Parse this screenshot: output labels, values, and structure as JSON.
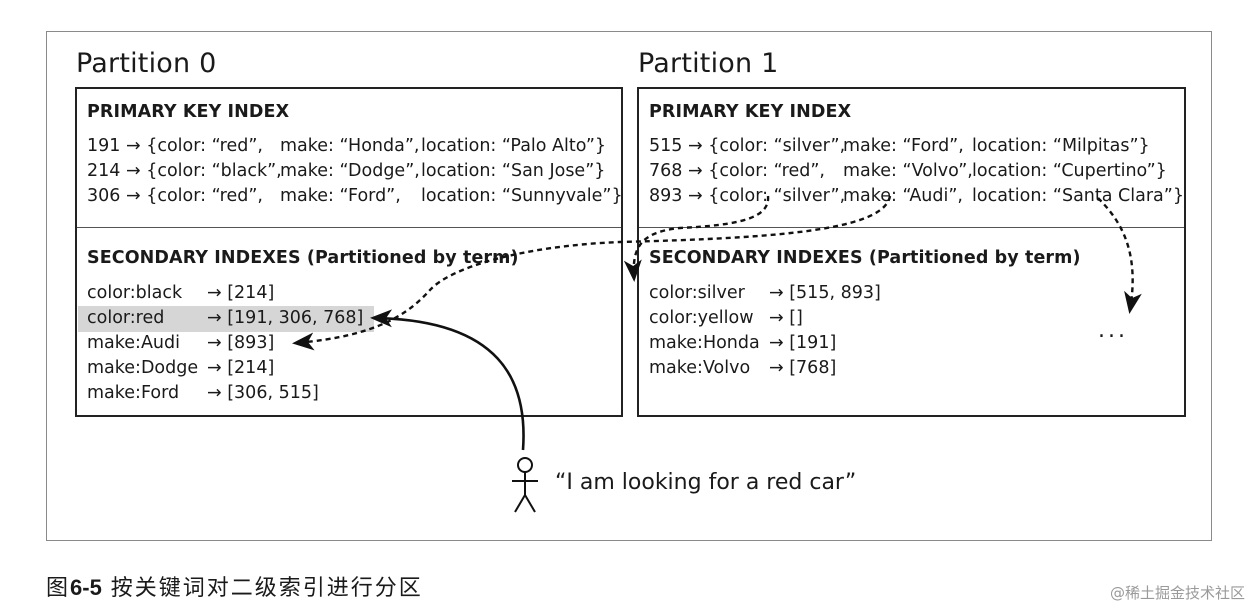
{
  "partitions": [
    {
      "title": "Partition 0",
      "primary_title": "PRIMARY KEY INDEX",
      "primary_rows": [
        {
          "key": "191 → {color: “red”,",
          "make": "make: “Honda”,",
          "loc": "location: “Palo Alto”}"
        },
        {
          "key": "214 → {color: “black”,",
          "make": "make: “Dodge”,",
          "loc": "location: “San Jose”}"
        },
        {
          "key": "306 → {color: “red”,",
          "make": "make: “Ford”,",
          "loc": "location: “Sunnyvale”}"
        }
      ],
      "secondary_title": "SECONDARY INDEXES (Partitioned by term)",
      "secondary_rows": [
        {
          "term": "color:black",
          "ids": "→ [214]"
        },
        {
          "term": "color:red",
          "ids": "→ [191, 306, 768]"
        },
        {
          "term": "make:Audi",
          "ids": "→ [893]"
        },
        {
          "term": "make:Dodge",
          "ids": "→ [214]"
        },
        {
          "term": "make:Ford",
          "ids": "→ [306, 515]"
        }
      ]
    },
    {
      "title": "Partition 1",
      "primary_title": "PRIMARY KEY INDEX",
      "primary_rows": [
        {
          "key": "515 → {color: “silver”,",
          "make": "make: “Ford”,",
          "loc": "location: “Milpitas”}"
        },
        {
          "key": "768 → {color: “red”,",
          "make": "make: “Volvo”,",
          "loc": "location: “Cupertino”}"
        },
        {
          "key": "893 → {color: “silver”,",
          "make": "make: “Audi”,",
          "loc": "location: “Santa Clara”}"
        }
      ],
      "secondary_title": "SECONDARY INDEXES (Partitioned by term)",
      "secondary_rows": [
        {
          "term": "color:silver",
          "ids": "→ [515, 893]"
        },
        {
          "term": "color:yellow",
          "ids": "→ []"
        },
        {
          "term": "make:Honda",
          "ids": "→ [191]"
        },
        {
          "term": "make:Volvo",
          "ids": "→ [768]"
        }
      ]
    }
  ],
  "ellipsis": "...",
  "quote": "“I am looking for a red car”",
  "caption_prefix": "图",
  "caption_number": "6-5",
  "caption_text": " 按关键词对二级索引进行分区",
  "watermark": "@稀土掘金技术社区"
}
